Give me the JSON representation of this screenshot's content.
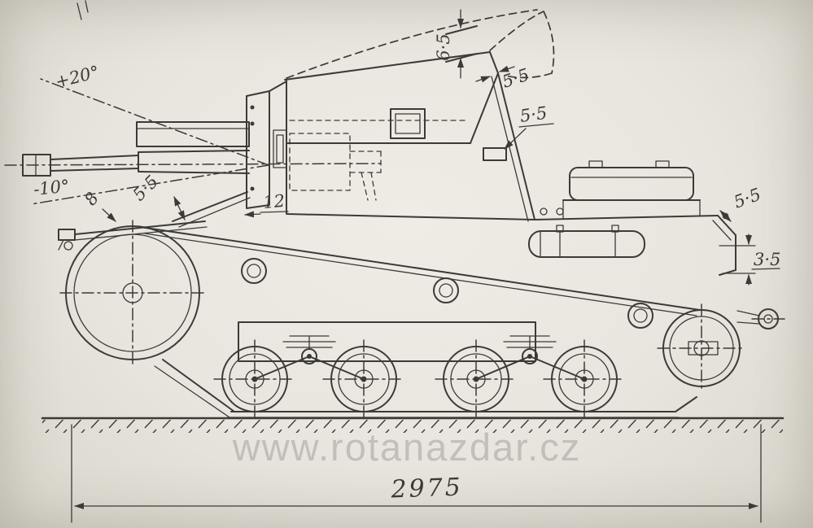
{
  "labels": {
    "elevation_angle": "+20°",
    "depression_angle": "-10°",
    "dim_8": "8",
    "dim_5_5_front": "5·5",
    "dim_12": "12",
    "dim_6_5_top": "6·5",
    "dim_5_5_top": "5·5",
    "dim_5_5_side": "5·5",
    "dim_5_5_rear": "5·5",
    "dim_3_5_rear": "3·5",
    "overall_length": "2975"
  },
  "watermark": "www.rotanazdar.cz",
  "colors": {
    "ink": "#3c3a35",
    "paper": "#e9e6df",
    "watermark": "#a9a7a3"
  }
}
